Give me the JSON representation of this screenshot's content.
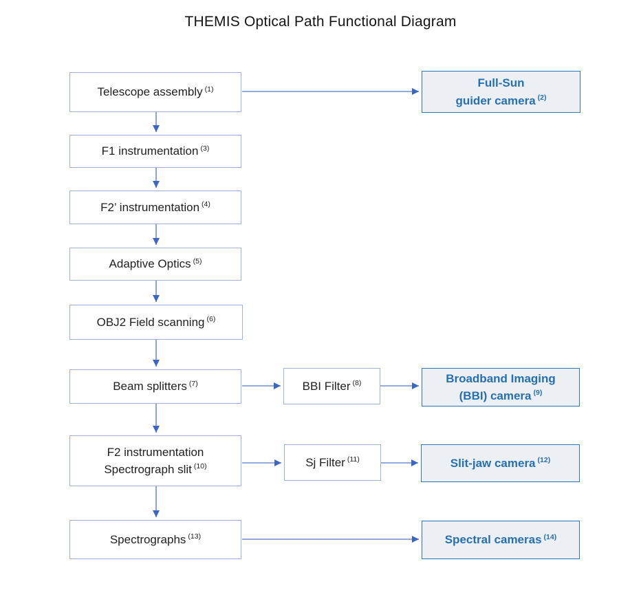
{
  "title": "THEMIS Optical Path Functional Diagram",
  "colors": {
    "plain_box_border": "#9fb2db",
    "camera_box_border": "#2e75b6",
    "camera_box_fill": "#eceff3",
    "camera_text": "#2570b4",
    "arrow_stem": "#6f8ed2",
    "arrow_head": "#3b66c4",
    "body_text": "#212121"
  },
  "nodes": {
    "telescope": {
      "line1": "Telescope assembly",
      "sup": "(1)"
    },
    "full_sun": {
      "line1": "Full-Sun",
      "line2": "guider camera",
      "sup": "(2)"
    },
    "f1": {
      "line1": "F1 instrumentation",
      "sup": "(3)"
    },
    "f2_prime": {
      "line1": "F2’ instrumentation",
      "sup": "(4)"
    },
    "adaptive_optics": {
      "line1": "Adaptive Optics",
      "sup": "(5)"
    },
    "obj2": {
      "line1": "OBJ2 Field scanning",
      "sup": "(6)"
    },
    "beam_splitters": {
      "line1": "Beam splitters",
      "sup": "(7)"
    },
    "bbi_filter": {
      "line1": "BBI Filter",
      "sup": "(8)"
    },
    "bbi_camera": {
      "line1": "Broadband Imaging",
      "line2": "(BBI) camera",
      "sup": "(9)"
    },
    "f2": {
      "line1": "F2 instrumentation",
      "line2": "Spectrograph slit",
      "sup": "(10)"
    },
    "sj_filter": {
      "line1": "Sj Filter",
      "sup": "(11)"
    },
    "slit_jaw_camera": {
      "line1": "Slit-jaw camera",
      "sup": "(12)"
    },
    "spectrographs": {
      "line1": "Spectrographs",
      "sup": "(13)"
    },
    "spectral_cameras": {
      "line1": "Spectral cameras",
      "sup": "(14)"
    }
  },
  "edges": [
    {
      "from": "Telescope assembly (1)",
      "to": "Full-Sun guider camera (2)"
    },
    {
      "from": "Telescope assembly (1)",
      "to": "F1 instrumentation (3)"
    },
    {
      "from": "F1 instrumentation (3)",
      "to": "F2’ instrumentation (4)"
    },
    {
      "from": "F2’ instrumentation (4)",
      "to": "Adaptive Optics (5)"
    },
    {
      "from": "Adaptive Optics (5)",
      "to": "OBJ2 Field scanning (6)"
    },
    {
      "from": "OBJ2 Field scanning (6)",
      "to": "Beam splitters (7)"
    },
    {
      "from": "Beam splitters (7)",
      "to": "BBI Filter (8)"
    },
    {
      "from": "BBI Filter (8)",
      "to": "Broadband Imaging (BBI) camera (9)"
    },
    {
      "from": "Beam splitters (7)",
      "to": "F2 instrumentation Spectrograph slit (10)"
    },
    {
      "from": "F2 instrumentation Spectrograph slit (10)",
      "to": "Sj Filter (11)"
    },
    {
      "from": "Sj Filter (11)",
      "to": "Slit-jaw camera (12)"
    },
    {
      "from": "F2 instrumentation Spectrograph slit (10)",
      "to": "Spectrographs (13)"
    },
    {
      "from": "Spectrographs (13)",
      "to": "Spectral cameras (14)"
    }
  ]
}
